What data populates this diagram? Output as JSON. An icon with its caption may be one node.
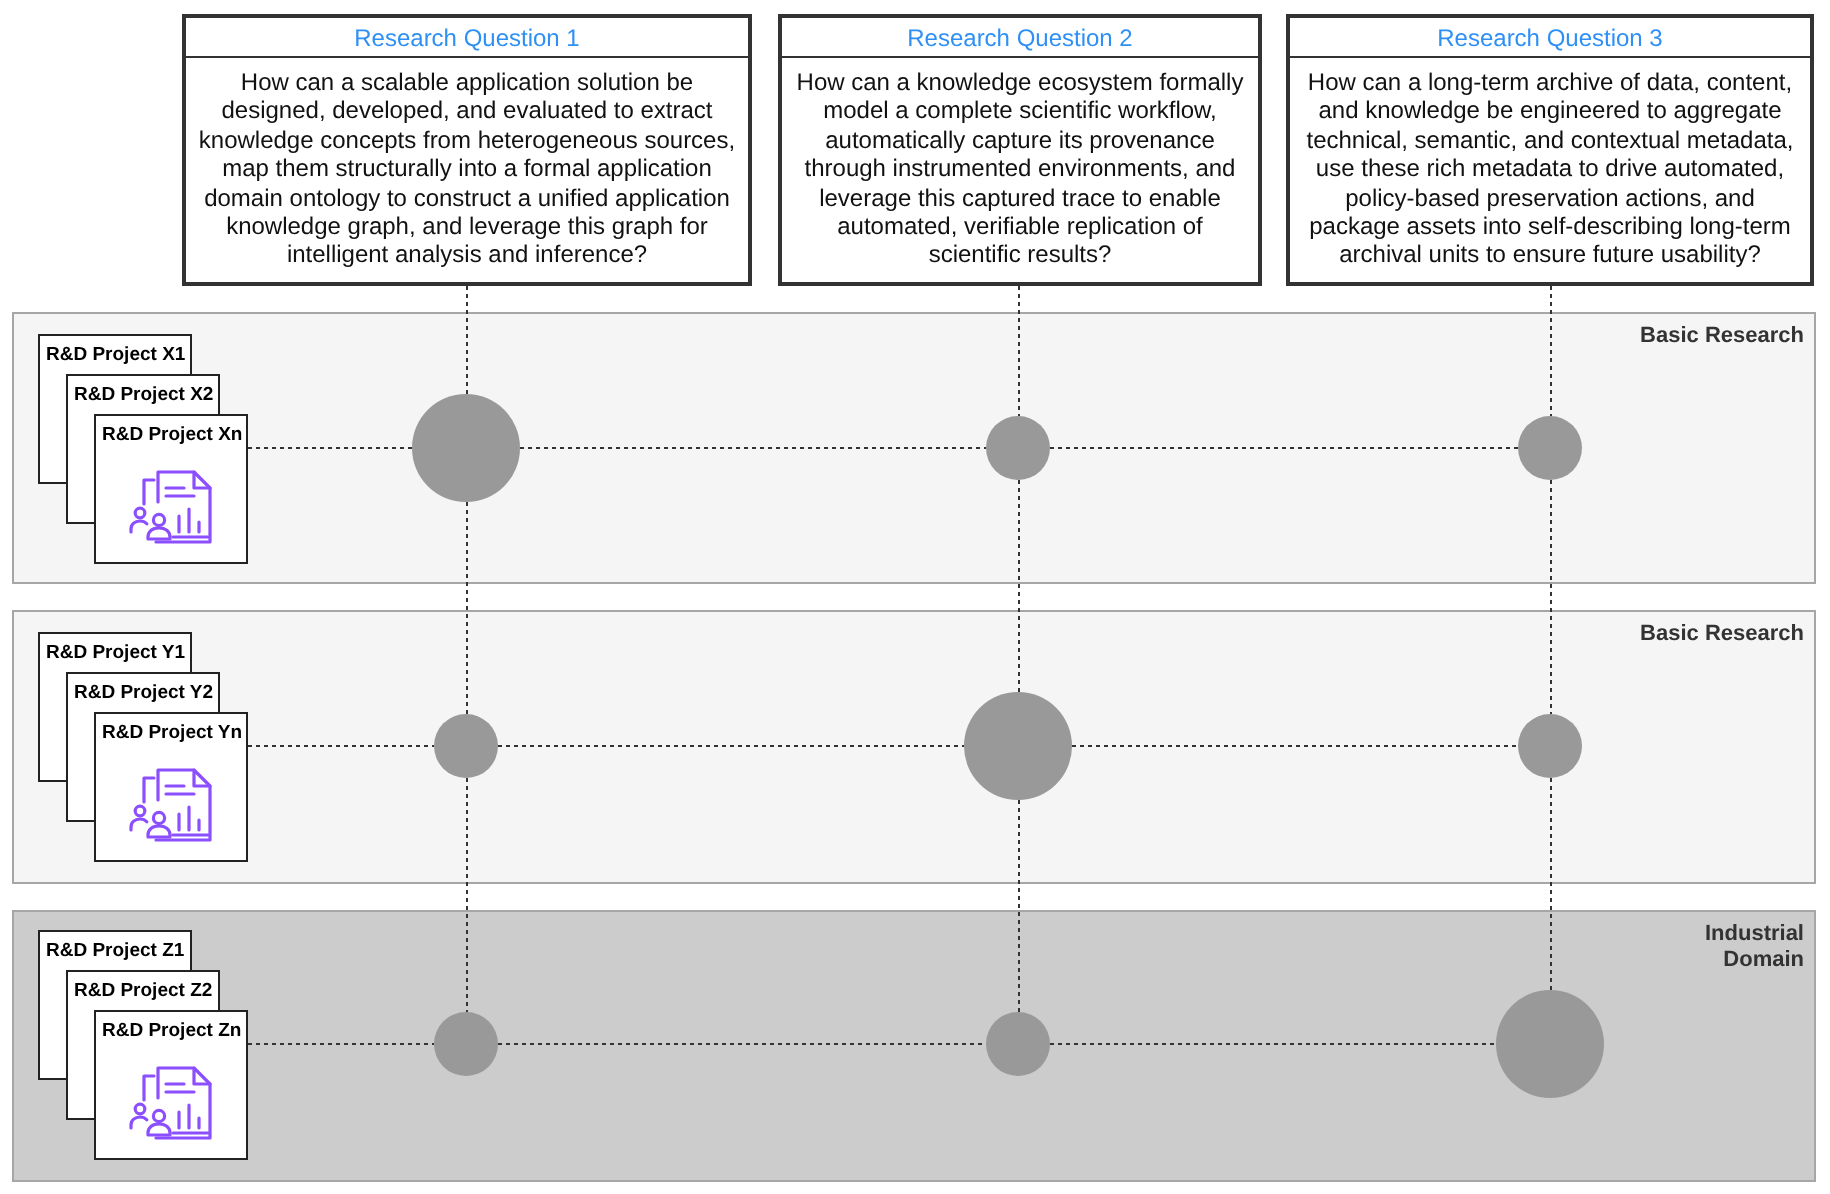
{
  "diagram": {
    "nodes": [
      {
        "text": [
          "Research Question 1",
          "How can a scalable application solution be designed, developed, and evaluated to extract knowledge concepts from heterogeneous sources, map them structurally into a formal application domain ontology to construct a unified application knowledge graph, and leverage this graph for intelligent analysis and inference?"
        ]
      },
      {
        "text": [
          "Research Question 2",
          "How can a knowledge ecosystem formally model a complete scientific workflow, automatically capture its provenance through instrumented environments, and leverage this captured trace to enable automated, verifiable replication of scientific results?"
        ]
      },
      {
        "text": [
          "Research Question 3",
          "How can a long-term archive of data, content, and knowledge be engineered to aggregate technical, semantic, and contextual metadata, use these rich metadata to drive automated, policy-based preservation actions, and package assets into self-describing long-term archival units to ensure future usability?"
        ]
      },
      {
        "text": [
          "Basic Research"
        ]
      },
      {
        "text": [
          "R&D Project X1"
        ],
        "in": 3
      },
      {
        "text": [
          "R&D Project X2"
        ],
        "in": 3
      },
      {
        "text": [
          "R&D Project Xn"
        ],
        "in": 3
      },
      {
        "text": [
          "Basic Research"
        ]
      },
      {
        "text": [
          "R&D Project Y1"
        ],
        "in": 7
      },
      {
        "text": [
          "R&D Project Y2"
        ],
        "in": 7
      },
      {
        "text": [
          "R&D Project Yn"
        ],
        "in": 7
      },
      {
        "text": [
          "Industrial Domain"
        ]
      },
      {
        "text": [
          "R&D Project Z1"
        ],
        "in": 11
      },
      {
        "text": [
          "R&D Project Z2"
        ],
        "in": 11
      },
      {
        "text": [
          "R&D Project Zn"
        ],
        "in": 11
      },
      {
        "text": [],
        "shape": "circle",
        "in": 3
      },
      {
        "text": [],
        "shape": "circle",
        "in": 3
      },
      {
        "text": [],
        "shape": "circle",
        "in": 3
      },
      {
        "text": [],
        "shape": "circle",
        "in": 7
      },
      {
        "text": [],
        "shape": "circle",
        "in": 7
      },
      {
        "text": [],
        "shape": "circle",
        "in": 7
      },
      {
        "text": [],
        "shape": "circle",
        "in": 11
      },
      {
        "text": [],
        "shape": "circle",
        "in": 11
      },
      {
        "text": [],
        "shape": "circle",
        "in": 11
      }
    ],
    "edges": [
      {
        "from": 6,
        "to": 15,
        "arrow": "none",
        "style": "dashed"
      },
      {
        "from": 15,
        "to": 16,
        "arrow": "none",
        "style": "dashed"
      },
      {
        "from": 16,
        "to": 17,
        "arrow": "none",
        "style": "dashed"
      },
      {
        "from": 10,
        "to": 18,
        "arrow": "none",
        "style": "dashed"
      },
      {
        "from": 18,
        "to": 19,
        "arrow": "none",
        "style": "dashed"
      },
      {
        "from": 19,
        "to": 20,
        "arrow": "none",
        "style": "dashed"
      },
      {
        "from": 14,
        "to": 21,
        "arrow": "none",
        "style": "dashed"
      },
      {
        "from": 21,
        "to": 22,
        "arrow": "none",
        "style": "dashed"
      },
      {
        "from": 22,
        "to": 23,
        "arrow": "none",
        "style": "dashed"
      },
      {
        "from": 0,
        "to": 15,
        "arrow": "none",
        "style": "dashed"
      },
      {
        "from": 15,
        "to": 18,
        "arrow": "none",
        "style": "dashed"
      },
      {
        "from": 18,
        "to": 21,
        "arrow": "none",
        "style": "dashed"
      },
      {
        "from": 1,
        "to": 16,
        "arrow": "none",
        "style": "dashed"
      },
      {
        "from": 16,
        "to": 19,
        "arrow": "none",
        "style": "dashed"
      },
      {
        "from": 19,
        "to": 22,
        "arrow": "none",
        "style": "dashed"
      },
      {
        "from": 2,
        "to": 17,
        "arrow": "none",
        "style": "dashed"
      },
      {
        "from": 17,
        "to": 20,
        "arrow": "none",
        "style": "dashed"
      },
      {
        "from": 20,
        "to": 23,
        "arrow": "none",
        "style": "dashed"
      }
    ]
  }
}
